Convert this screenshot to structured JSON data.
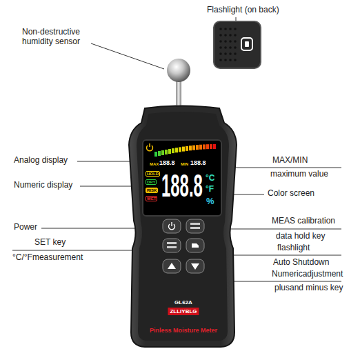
{
  "diagram": {
    "labels": [
      "Non-destructive humidity sensor",
      "Flashlight (on back)",
      "Analog display",
      "Numeric display",
      "MAX/MIN",
      "maximum value",
      "Color screen",
      "Power",
      "SET key",
      "°C/°Fmeasurement",
      "MEAS calibration",
      "data hold key",
      "flashlight",
      "Auto Shutdown",
      "Numericadjustment",
      "plusand minus key",
      "MAX",
      "188.8",
      "MIN",
      "188.8",
      "HOLD",
      "DRY",
      "RISK",
      "WET",
      "188.8",
      "°C",
      "°F",
      "%",
      "GL62A",
      "ZLLIYBLG",
      "Pinless Moisture Meter"
    ]
  }
}
